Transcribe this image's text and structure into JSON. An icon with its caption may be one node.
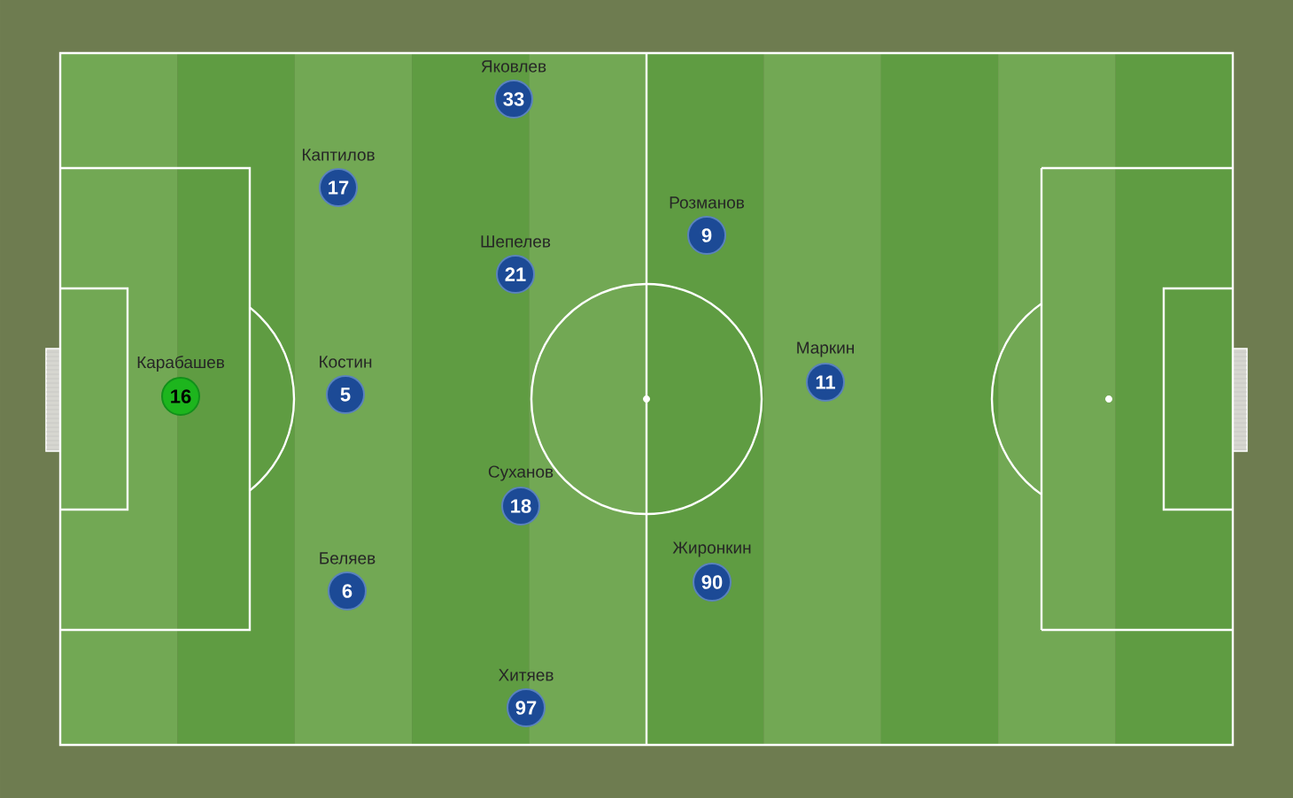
{
  "diagram": {
    "nodes": [
      {
        "text": [
          "Яковлев",
          "33"
        ]
      },
      {
        "text": [
          "Каптилов",
          "17"
        ]
      },
      {
        "text": [
          "Розманов",
          "9"
        ]
      },
      {
        "text": [
          "Шепелев",
          "21"
        ]
      },
      {
        "text": [
          "Карабашев",
          "16"
        ]
      },
      {
        "text": [
          "Костин",
          "5"
        ]
      },
      {
        "text": [
          "Маркин",
          "11"
        ]
      },
      {
        "text": [
          "Суханов",
          "18"
        ]
      },
      {
        "text": [
          "Беляев",
          "6"
        ]
      },
      {
        "text": [
          "Жиронкин",
          "90"
        ]
      },
      {
        "text": [
          "Хитяев",
          "97"
        ]
      }
    ]
  }
}
